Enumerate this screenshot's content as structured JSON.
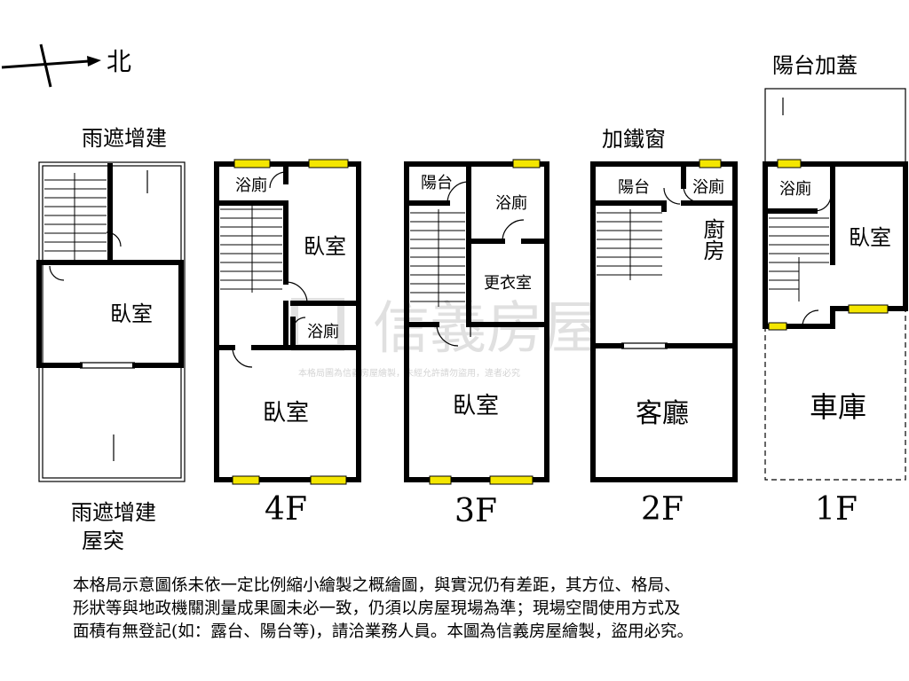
{
  "compass": {
    "north": "北"
  },
  "roof": {
    "rain_shelter_top": "雨遮增建",
    "rain_shelter_bottom_1": "雨遮增建",
    "rain_shelter_bottom_2": "屋突",
    "bedroom": "臥室"
  },
  "floor4": {
    "floor": "4F",
    "bath1": "浴廁",
    "bath2": "浴廁",
    "bedroom1": "臥室",
    "bedroom2": "臥室"
  },
  "floor3": {
    "floor": "3F",
    "balcony": "陽台",
    "bath": "浴廁",
    "closet": "更衣室",
    "bedroom": "臥室"
  },
  "floor2": {
    "floor": "2F",
    "iron_window": "加鐵窗",
    "balcony": "陽台",
    "bath": "浴廁",
    "kitchen": "廚房",
    "living": "客廳"
  },
  "floor1": {
    "floor": "1F",
    "balcony_add": "陽台加蓋",
    "bath": "浴廁",
    "bedroom": "臥室",
    "garage": "車庫"
  },
  "watermark": {
    "brand": "信義房屋",
    "notice": "本格局圖為信義房屋繪製，未經允許請勿盜用，違者必究"
  },
  "disclaimer": [
    "本格局示意圖係未依一定比例縮小繪製之概繪圖，與實況仍有差距，其方位、格局、",
    "形狀等與地政機關測量成果圖未必一致，仍須以房屋現場為準；現場空間使用方式及",
    "面積有無登記(如：露台、陽台等)，請洽業務人員。本圖為信義房屋繪製，盜用必究。"
  ],
  "colors": {
    "window": "#f4e600",
    "wall": "#000000",
    "watermark": "#c8c8c8"
  }
}
